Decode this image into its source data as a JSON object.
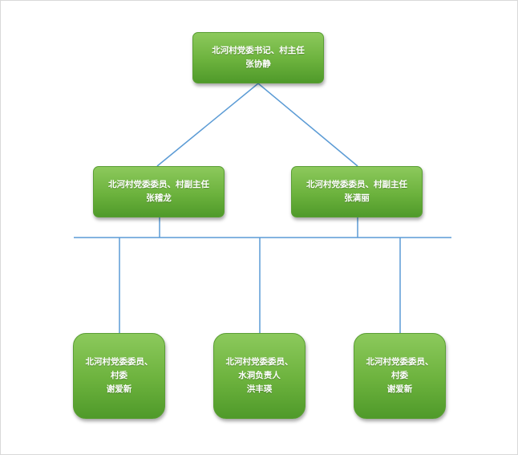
{
  "org_chart": {
    "top": {
      "lines": [
        "北河村党委书记、村主任",
        "张协静"
      ]
    },
    "second_level": [
      {
        "lines": [
          "北河村党委委员、村副主任",
          "张稽龙"
        ]
      },
      {
        "lines": [
          "北河村党委委员、村副主任",
          "张满丽"
        ]
      }
    ],
    "third_level": [
      {
        "lines": [
          "北河村党委委员、",
          "村委",
          "谢爱新"
        ]
      },
      {
        "lines": [
          "北河村党委委员、",
          "水洞负责人",
          "洪丰瑛"
        ]
      },
      {
        "lines": [
          "北河村党委委员、",
          "村委",
          "谢爱新"
        ]
      }
    ],
    "colors": {
      "box_fill": "#6cb23d",
      "connector": "#5b9bd5",
      "text": "#ffffff"
    }
  }
}
